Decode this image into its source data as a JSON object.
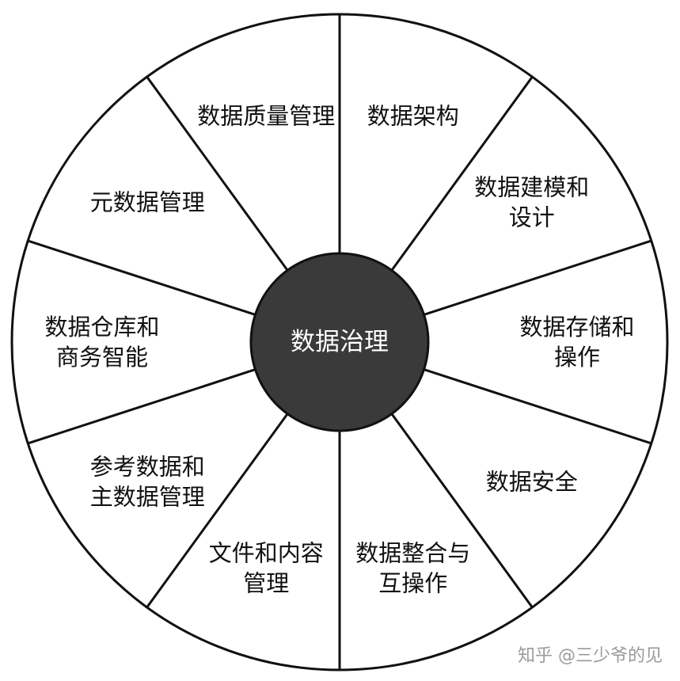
{
  "center": {
    "label": "数据治理",
    "fill_color": "#3a3a3a",
    "text_color": "#ffffff"
  },
  "outline_color": "#111111",
  "segments": [
    {
      "lines": [
        "数据架构"
      ]
    },
    {
      "lines": [
        "数据建模和",
        "设计"
      ]
    },
    {
      "lines": [
        "数据存储和",
        "操作"
      ]
    },
    {
      "lines": [
        "数据安全"
      ]
    },
    {
      "lines": [
        "数据整合与",
        "互操作"
      ]
    },
    {
      "lines": [
        "文件和内容",
        "管理"
      ]
    },
    {
      "lines": [
        "参考数据和",
        "主数据管理"
      ]
    },
    {
      "lines": [
        "数据仓库和",
        "商务智能"
      ]
    },
    {
      "lines": [
        "元数据管理"
      ]
    },
    {
      "lines": [
        "数据质量管理"
      ]
    }
  ],
  "watermark": "知乎 @三少爷的见"
}
